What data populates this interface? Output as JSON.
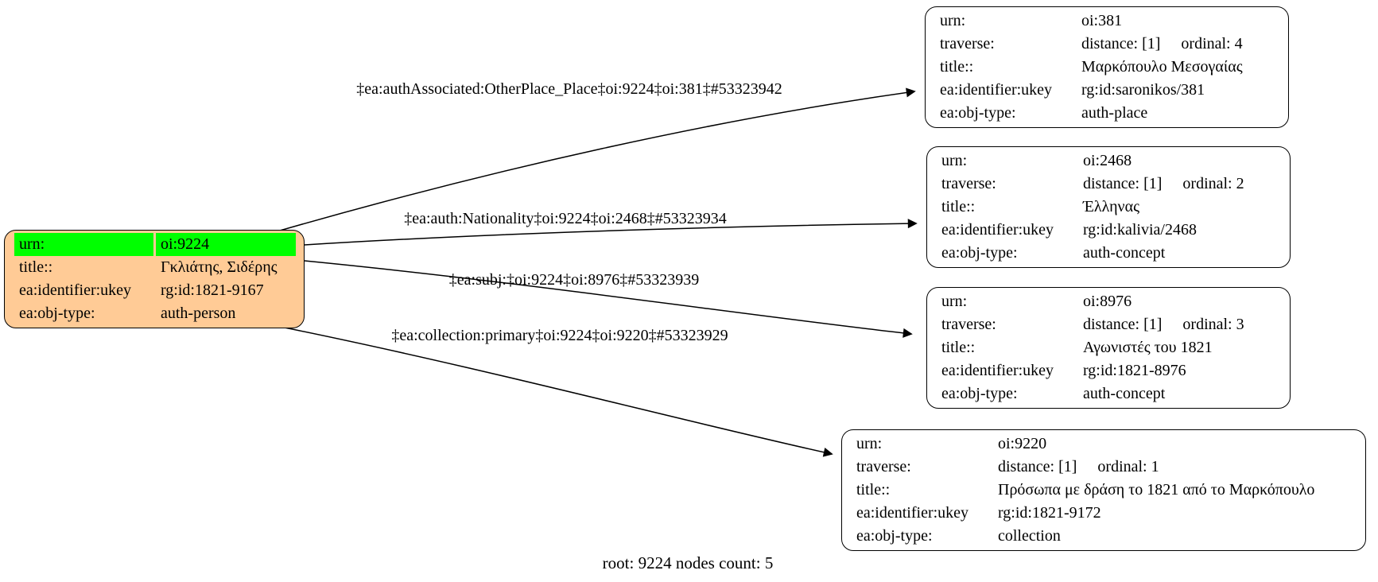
{
  "root_node": {
    "urn_label": "urn:",
    "urn": "oi:9224",
    "title_label": "title::",
    "title": "Γκλιάτης, Σιδέρης",
    "identifier_label": "ea:identifier:ukey",
    "identifier": "rg:id:1821-9167",
    "objtype_label": "ea:obj-type:",
    "objtype": "auth-person"
  },
  "nodes": [
    {
      "urn_label": "urn:",
      "urn": "oi:381",
      "traverse_label": "traverse:",
      "distance": "distance: [1]",
      "ordinal": "ordinal: 4",
      "title_label": "title::",
      "title": "Μαρκόπουλο Μεσογαίας",
      "identifier_label": "ea:identifier:ukey",
      "identifier": "rg:id:saronikos/381",
      "objtype_label": "ea:obj-type:",
      "objtype": "auth-place"
    },
    {
      "urn_label": "urn:",
      "urn": "oi:2468",
      "traverse_label": "traverse:",
      "distance": "distance: [1]",
      "ordinal": "ordinal: 2",
      "title_label": "title::",
      "title": "Έλληνας",
      "identifier_label": "ea:identifier:ukey",
      "identifier": "rg:id:kalivia/2468",
      "objtype_label": "ea:obj-type:",
      "objtype": "auth-concept"
    },
    {
      "urn_label": "urn:",
      "urn": "oi:8976",
      "traverse_label": "traverse:",
      "distance": "distance: [1]",
      "ordinal": "ordinal: 3",
      "title_label": "title::",
      "title": "Αγωνιστές του 1821",
      "identifier_label": "ea:identifier:ukey",
      "identifier": "rg:id:1821-8976",
      "objtype_label": "ea:obj-type:",
      "objtype": "auth-concept"
    },
    {
      "urn_label": "urn:",
      "urn": "oi:9220",
      "traverse_label": "traverse:",
      "distance": "distance: [1]",
      "ordinal": "ordinal: 1",
      "title_label": "title::",
      "title": "Πρόσωπα με δράση το 1821 από το Μαρκόπουλο",
      "identifier_label": "ea:identifier:ukey",
      "identifier": "rg:id:1821-9172",
      "objtype_label": "ea:obj-type:",
      "objtype": "collection"
    }
  ],
  "edges": [
    {
      "label": "‡ea:authAssociated:OtherPlace_Place‡oi:9224‡oi:381‡#53323942"
    },
    {
      "label": "‡ea:auth:Nationality‡oi:9224‡oi:2468‡#53323934"
    },
    {
      "label": "‡ea:subj:‡oi:9224‡oi:8976‡#53323939"
    },
    {
      "label": "‡ea:collection:primary‡oi:9224‡oi:9220‡#53323929"
    }
  ],
  "caption": "root: 9224 nodes count: 5",
  "colors": {
    "root_fill": "#ffcb96",
    "highlight": "#00ff00",
    "node_fill": "#ffffff",
    "stroke": "#000000"
  }
}
